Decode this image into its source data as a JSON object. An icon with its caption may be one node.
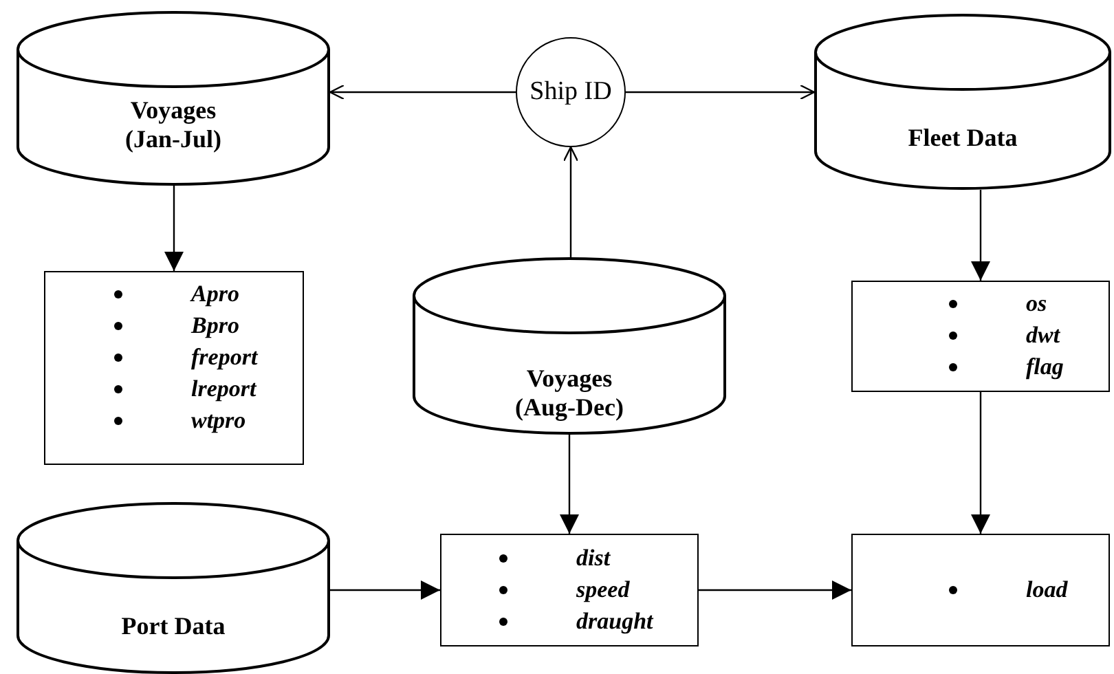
{
  "diagram": {
    "nodes": [
      {
        "text": [
          "Voyages (Jan-Jul)"
        ]
      },
      {
        "text": [
          "Ship ID"
        ]
      },
      {
        "text": [
          "Fleet Data"
        ]
      },
      {
        "text": [
          "Apro",
          "Bpro",
          "freport",
          "lreport",
          "wtpro"
        ]
      },
      {
        "text": [
          "Voyages (Aug-Dec)"
        ]
      },
      {
        "text": [
          "os",
          "dwt",
          "flag"
        ]
      },
      {
        "text": [
          "Port Data"
        ]
      },
      {
        "text": [
          "dist",
          "speed",
          "draught"
        ]
      },
      {
        "text": [
          "load"
        ]
      }
    ],
    "edges": [
      {
        "from": 1,
        "to": 0,
        "arrow": "to"
      },
      {
        "from": 1,
        "to": 2,
        "arrow": "to"
      },
      {
        "from": 4,
        "to": 1,
        "arrow": "to"
      },
      {
        "from": 0,
        "to": 3,
        "arrow": "to"
      },
      {
        "from": 2,
        "to": 5,
        "arrow": "to"
      },
      {
        "from": 4,
        "to": 7,
        "arrow": "to"
      },
      {
        "from": 5,
        "to": 8,
        "arrow": "to"
      },
      {
        "from": 6,
        "to": 7,
        "arrow": "to"
      },
      {
        "from": 7,
        "to": 8,
        "arrow": "to"
      }
    ]
  }
}
